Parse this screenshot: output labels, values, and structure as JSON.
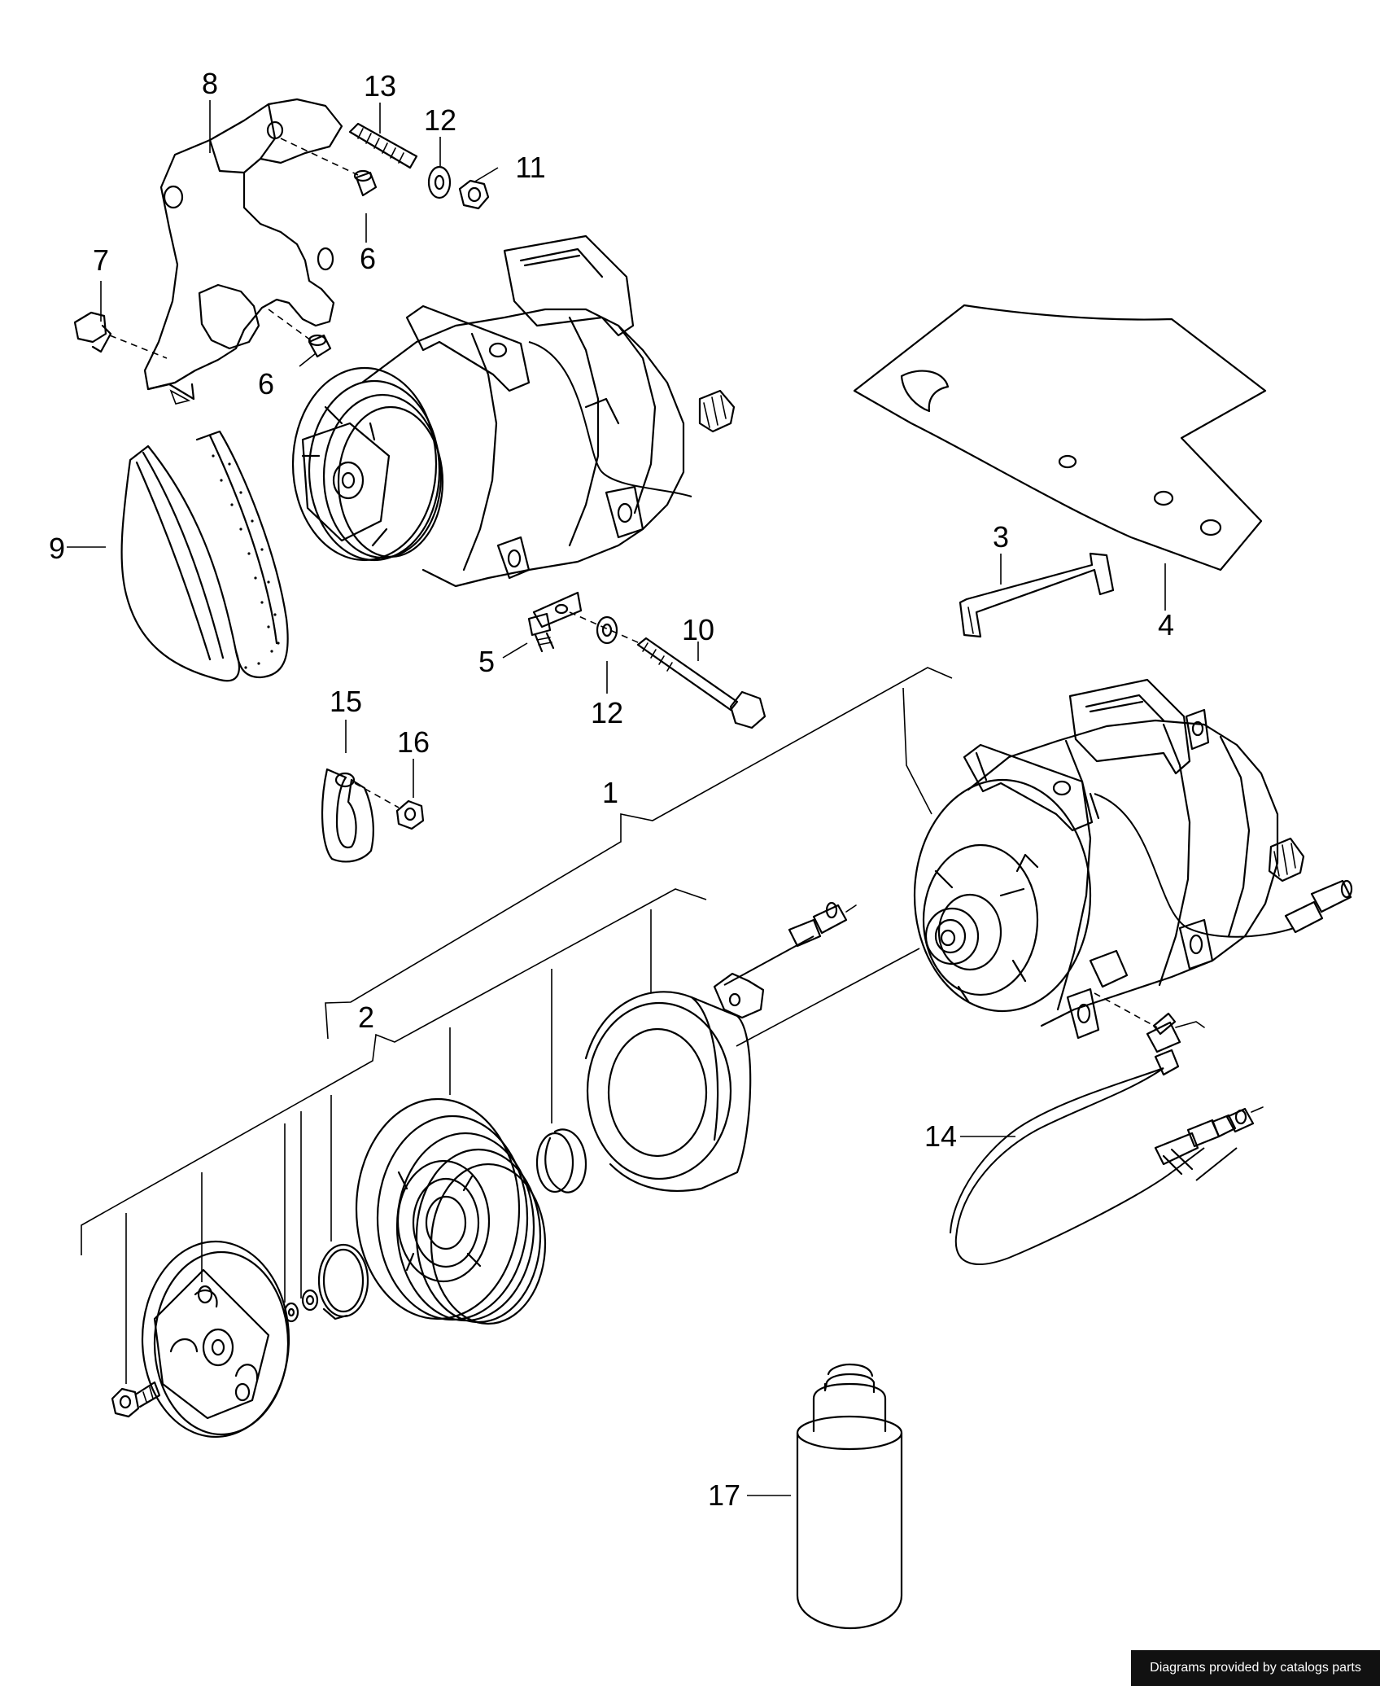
{
  "callouts": {
    "c1": "1",
    "c2": "2",
    "c3": "3",
    "c4": "4",
    "c5": "5",
    "c6a": "6",
    "c6b": "6",
    "c7": "7",
    "c8": "8",
    "c9": "9",
    "c10": "10",
    "c11": "11",
    "c12a": "12",
    "c12b": "12",
    "c13": "13",
    "c14": "14",
    "c15": "15",
    "c16": "16",
    "c17": "17"
  },
  "footer": {
    "credit": "Diagrams provided by catalogs parts"
  }
}
